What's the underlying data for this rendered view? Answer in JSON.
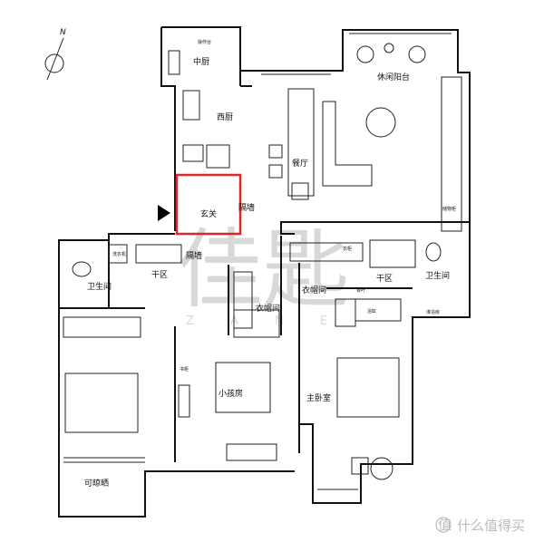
{
  "compass": {
    "label": "N"
  },
  "rooms": {
    "prep_counter": "操作台",
    "chinese_kitchen": "中厨",
    "western_kitchen": "西厨",
    "dining": "餐厅",
    "leisure_balcony": "休闲阳台",
    "entrance": "玄关",
    "partition_wall_1": "隔墙",
    "partition_wall_2": "隔墙",
    "dry_area_left": "干区",
    "dry_area_right": "干区",
    "bathroom_left": "卫生间",
    "bathroom_right": "卫生间",
    "closet_small": "衣帽间",
    "closet_master": "衣帽间",
    "kids_room": "小孩房",
    "master_bedroom": "主卧室",
    "drying_balcony": "可晾晒",
    "bookcase": "书柜",
    "storage_cabinet": "储物柜",
    "bathtub": "浴缸",
    "washer": "洗衣机",
    "shower": "淋浴房",
    "wardrobe": "衣柜",
    "shutter": "百叶"
  },
  "highlight_color": "#e0262b",
  "watermark": {
    "logo": "佳匙",
    "letters": "Z   A N E",
    "site": "什么值得买",
    "badge": "值"
  }
}
